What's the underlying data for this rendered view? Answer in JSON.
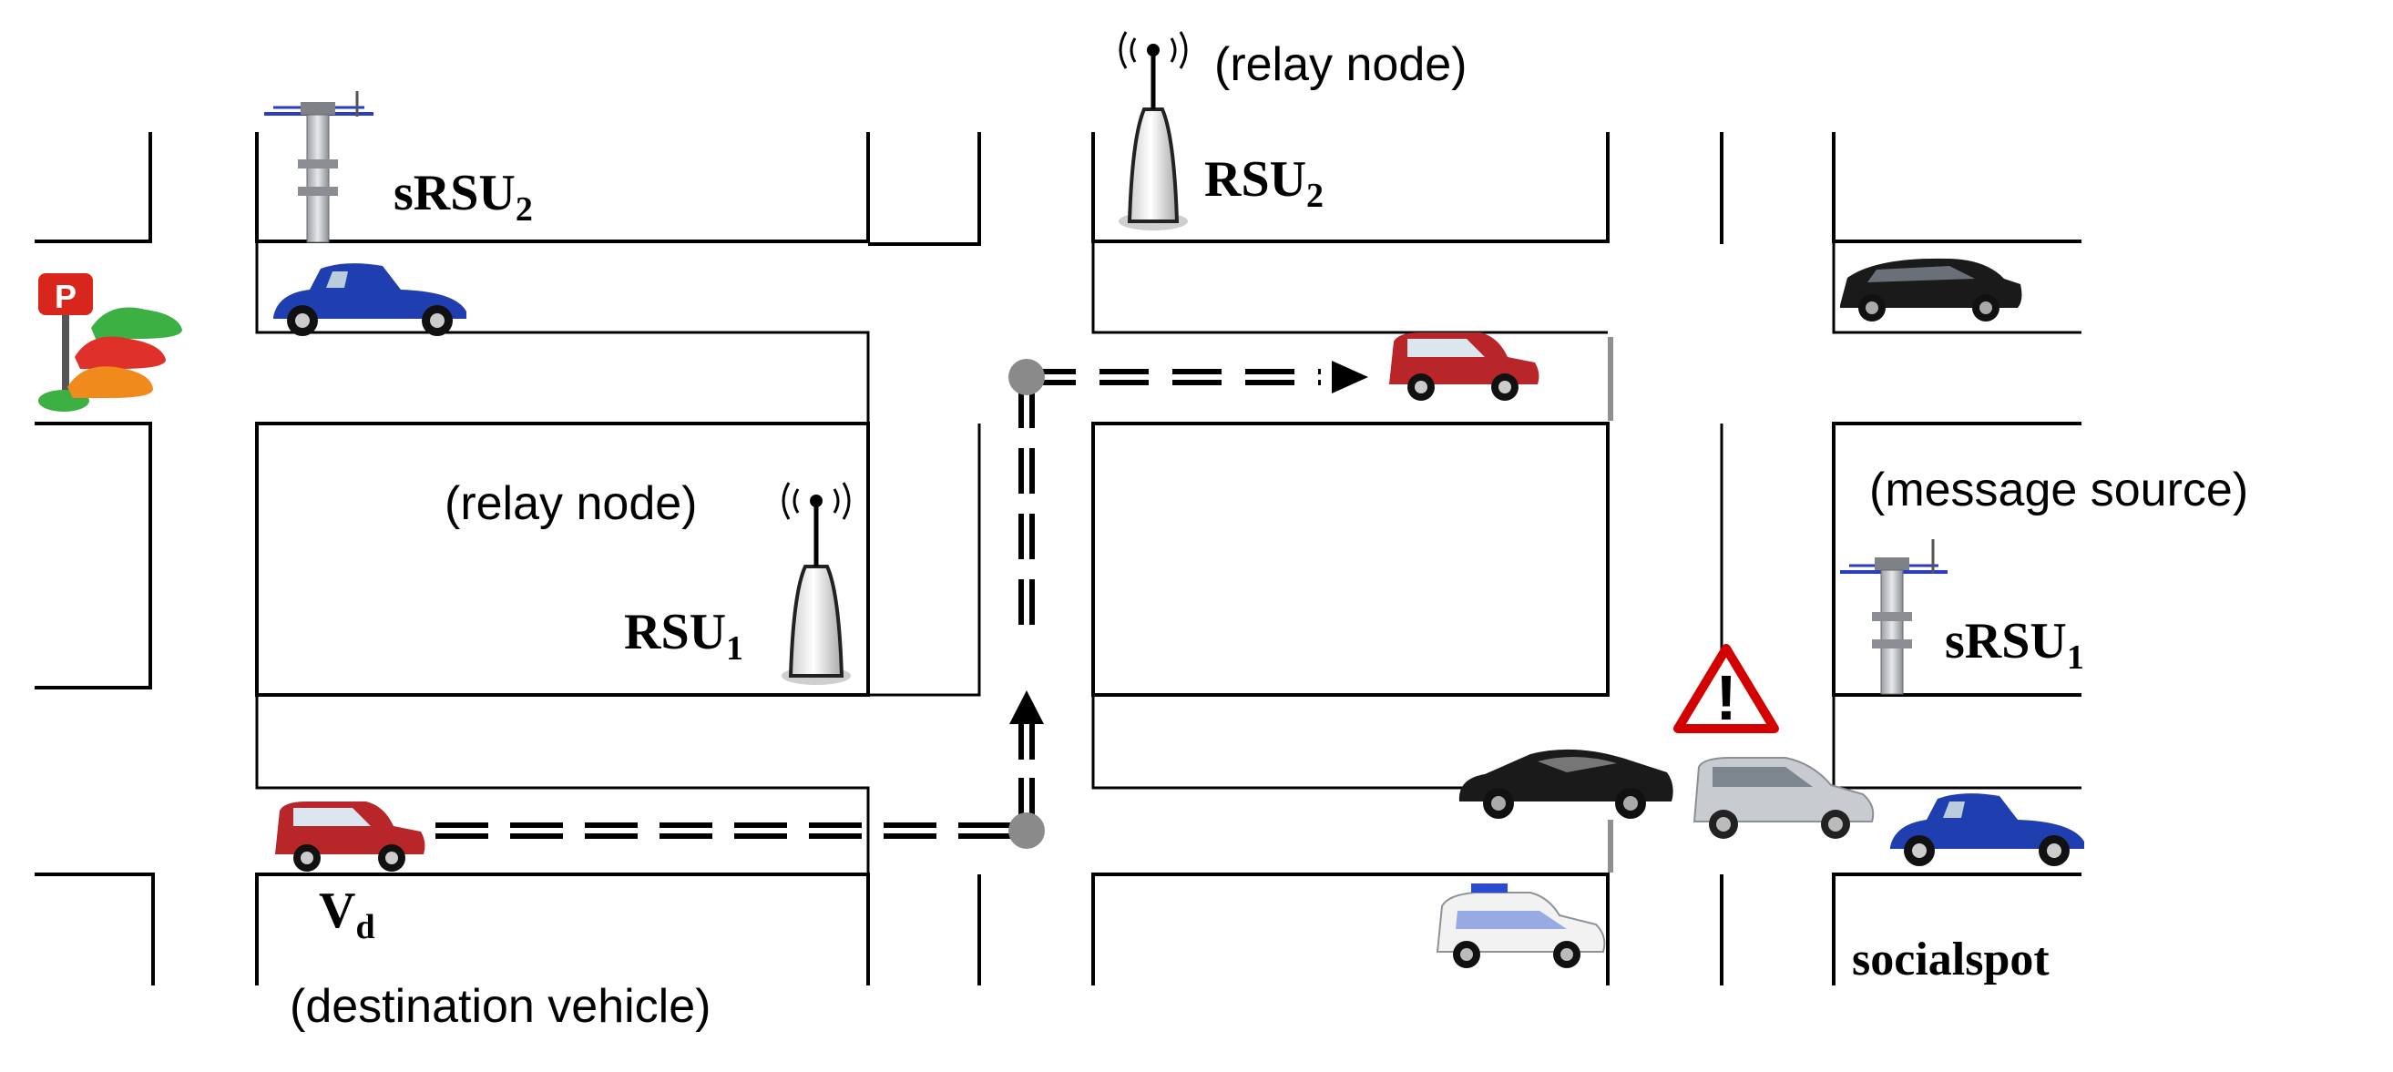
{
  "labels": {
    "relay_node_top": "(relay node)",
    "rsu2": "RSU",
    "rsu2_sub": "2",
    "srsu2": "sRSU",
    "srsu2_sub": "2",
    "relay_node_mid": "(relay node)",
    "rsu1": "RSU",
    "rsu1_sub": "1",
    "message_source": "(message source)",
    "srsu1": "sRSU",
    "srsu1_sub": "1",
    "vd": "V",
    "vd_sub": "d",
    "destination_vehicle": "(destination vehicle)",
    "socialspot": "socialspot",
    "parking_sign": "P",
    "warning_sign": "!"
  },
  "colors": {
    "road_edge": "#000000",
    "dash_path": "#000000",
    "junction_node": "#8a8a8a",
    "blue_car": "#1f3fb0",
    "red_suv": "#b8262a",
    "black_car": "#1a1a1a",
    "silver_van": "#c8ccd0",
    "police_car": "#f2f2f2",
    "warning_red": "#d40000",
    "parking_red": "#d9261c",
    "parked_green": "#3cb043",
    "parked_red": "#e0302a",
    "parked_orange": "#f08a1c",
    "rsu_tower": "#f4f4f4",
    "srsu_tower": "#b9bcc0"
  }
}
